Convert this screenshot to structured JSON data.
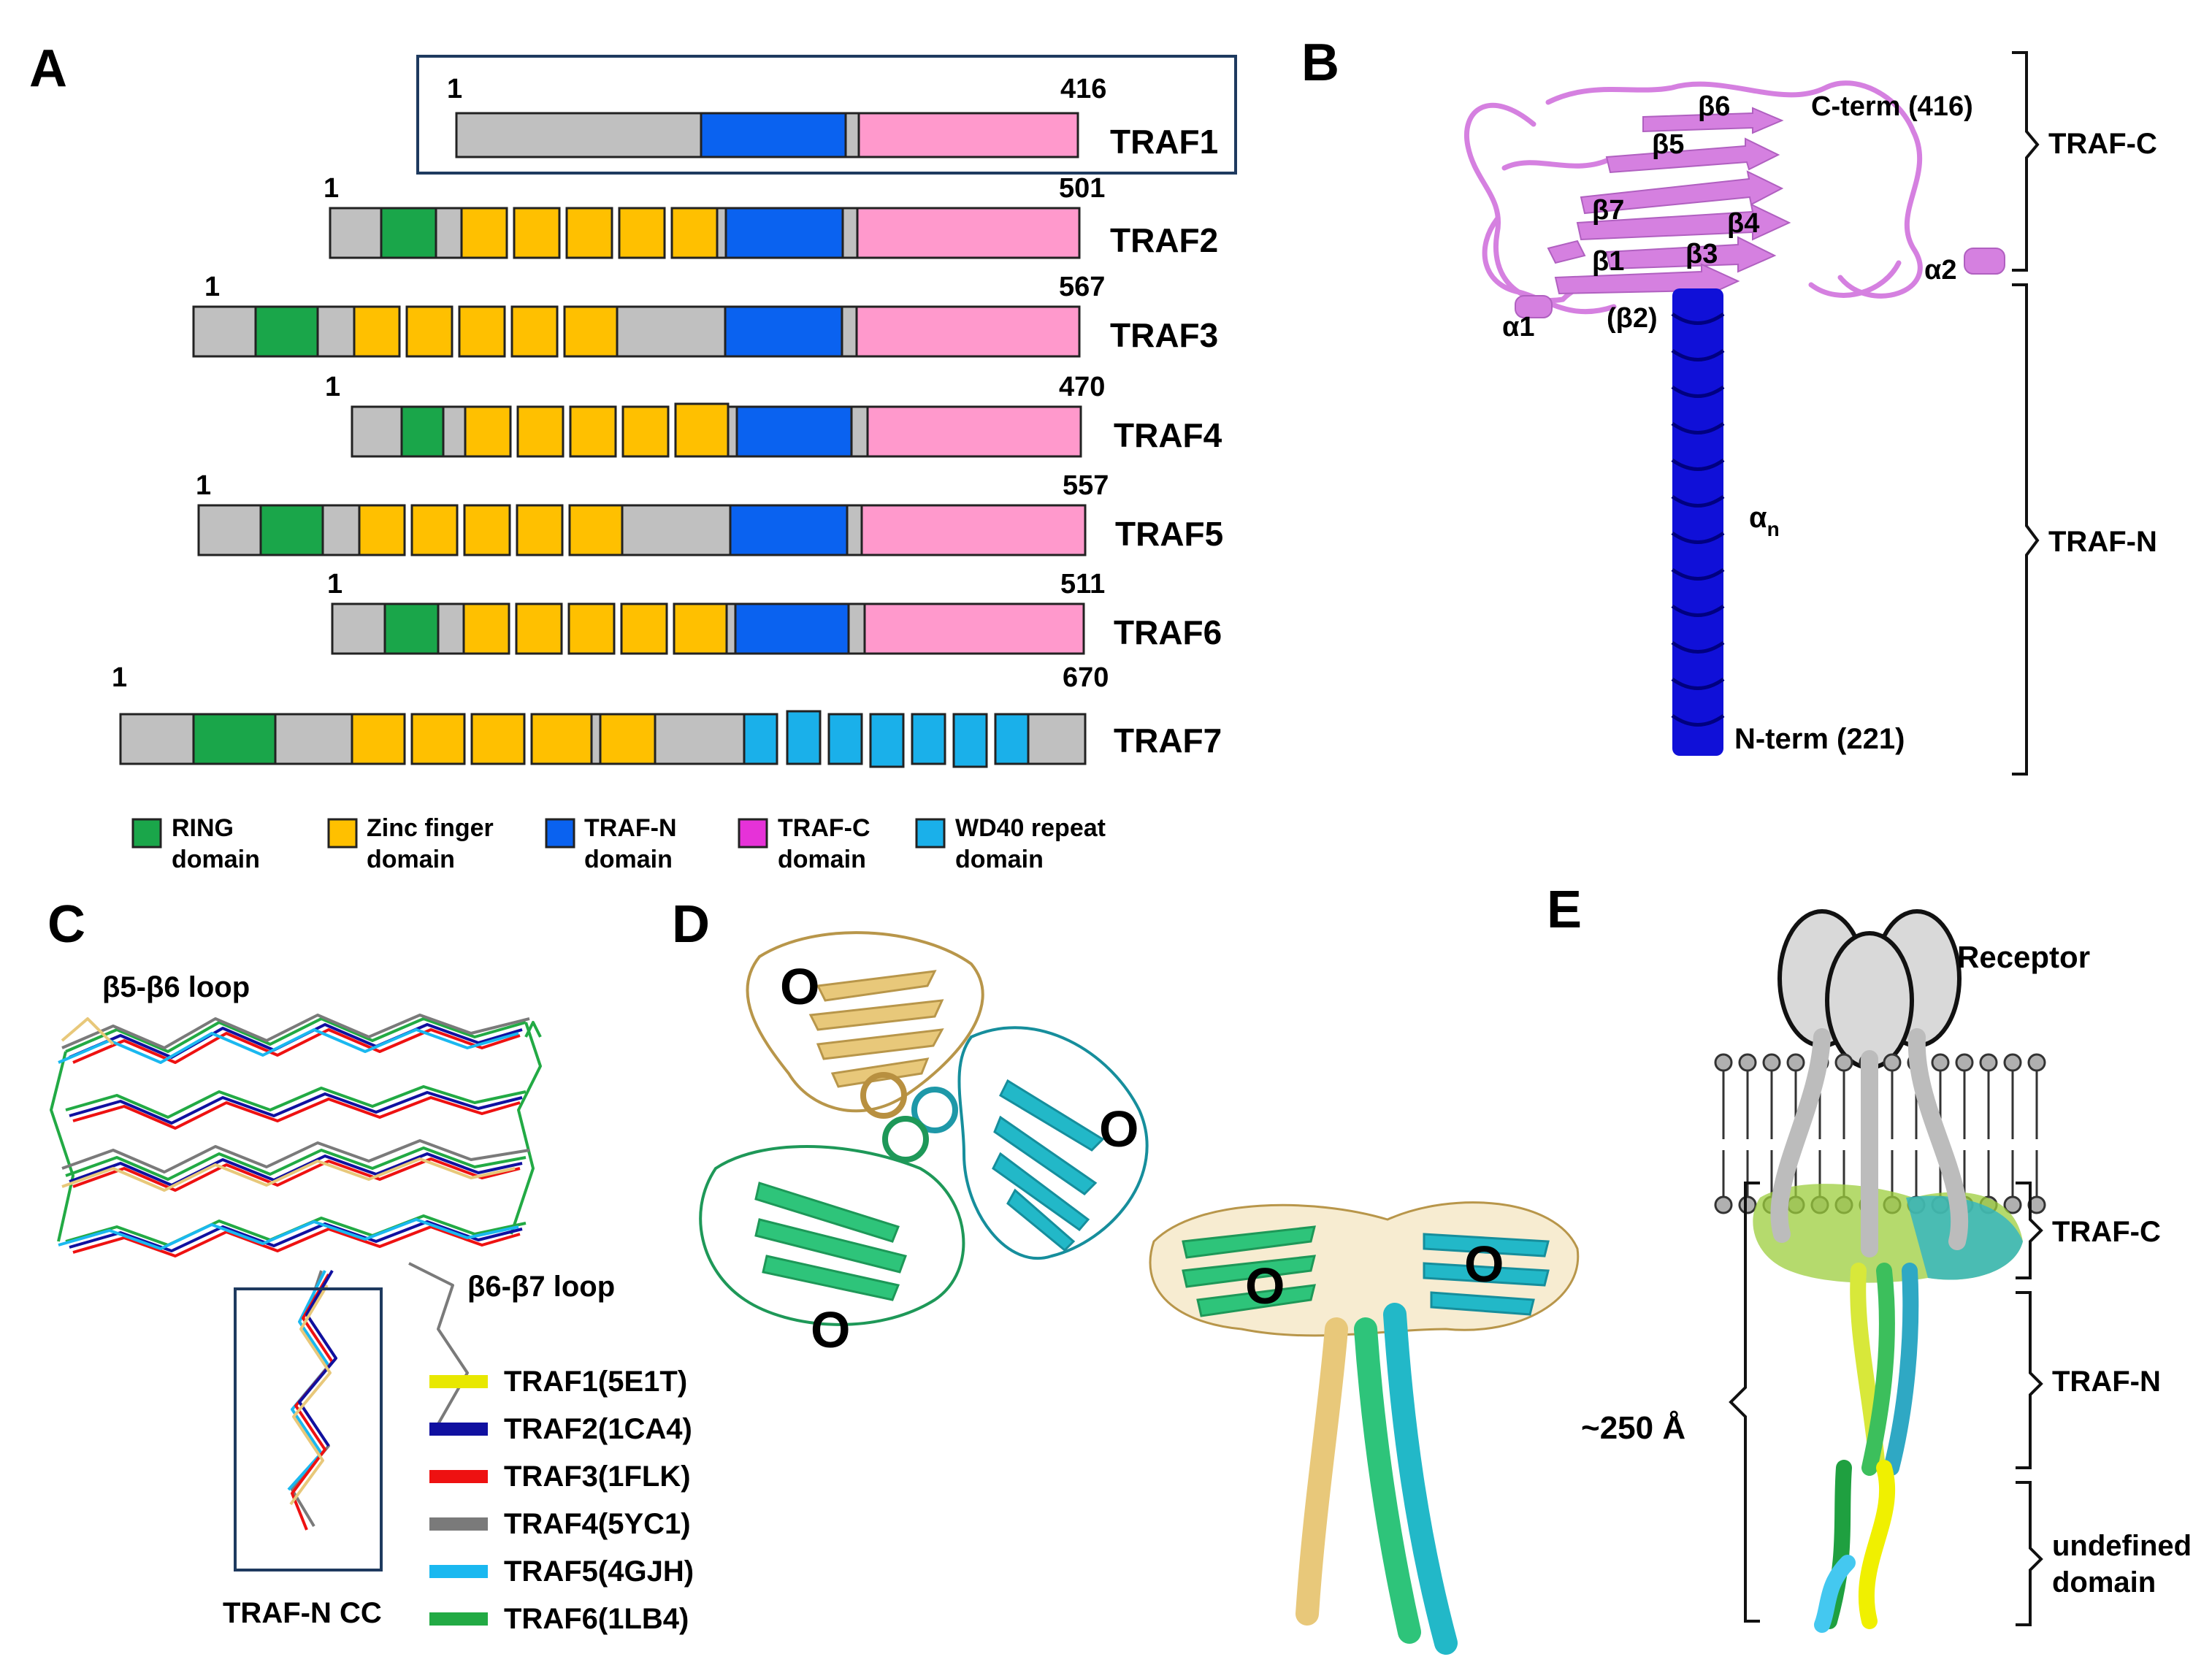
{
  "panels": {
    "A": {
      "label": "A",
      "proteins": [
        {
          "name": "TRAF1",
          "start": "1",
          "end": "416"
        },
        {
          "name": "TRAF2",
          "start": "1",
          "end": "501"
        },
        {
          "name": "TRAF3",
          "start": "1",
          "end": "567"
        },
        {
          "name": "TRAF4",
          "start": "1",
          "end": "470"
        },
        {
          "name": "TRAF5",
          "start": "1",
          "end": "557"
        },
        {
          "name": "TRAF6",
          "start": "1",
          "end": "511"
        },
        {
          "name": "TRAF7",
          "start": "1",
          "end": "670"
        }
      ],
      "legend": [
        {
          "line1": "RING",
          "line2": "domain",
          "color": "#1aa64a"
        },
        {
          "line1": "Zinc finger",
          "line2": "domain",
          "color": "#ffc000"
        },
        {
          "line1": "TRAF-N",
          "line2": "domain",
          "color": "#0a62f0"
        },
        {
          "line1": "TRAF-C",
          "line2": "domain",
          "color": "#e632d8"
        },
        {
          "line1": "WD40 repeat",
          "line2": "domain",
          "color": "#1ab0ea"
        }
      ],
      "colors": {
        "linker": "#c0c0c0",
        "traf_c_bar": "#ff99cc"
      }
    },
    "B": {
      "label": "B",
      "labels": {
        "b6": "β6",
        "cterm": "C-term (416)",
        "b5": "β5",
        "b7": "β7",
        "b4": "β4",
        "b1": "β1",
        "b3": "β3",
        "a2": "α2",
        "a1": "α1",
        "b2": "(β2)",
        "an_base": "α",
        "an_sub": "n",
        "nterm": "N-term (221)"
      },
      "brackets": {
        "top": "TRAF-C",
        "bottom": "TRAF-N"
      },
      "colors": {
        "trafc": "#d580e0",
        "helix": "#1010d8"
      }
    },
    "C": {
      "label": "C",
      "loop1": "β5-β6 loop",
      "loop2": "β6-β7 loop",
      "box_label": "TRAF-N CC",
      "legend": [
        {
          "text": "TRAF1(5E1T)",
          "color": "#e8e800"
        },
        {
          "text": "TRAF2(1CA4)",
          "color": "#1010a0"
        },
        {
          "text": "TRAF3(1FLK)",
          "color": "#ee1111"
        },
        {
          "text": "TRAF4(5YC1)",
          "color": "#7a7a7a"
        },
        {
          "text": "TRAF5(4GJH)",
          "color": "#1ab8f0"
        },
        {
          "text": "TRAF6(1LB4)",
          "color": "#22aa44"
        }
      ]
    },
    "D": {
      "label": "D",
      "o_marks": [
        "O",
        "O",
        "O",
        "O",
        "O"
      ],
      "colors": {
        "gold": "#e8c87a",
        "green": "#2ec47a",
        "cyan": "#22b8c8"
      }
    },
    "E": {
      "label": "E",
      "receptor": "Receptor",
      "distance": "~250 Å",
      "bracket_labels": {
        "c": "TRAF-C",
        "n": "TRAF-N",
        "u1": "undefined",
        "u2": "domain"
      }
    }
  }
}
